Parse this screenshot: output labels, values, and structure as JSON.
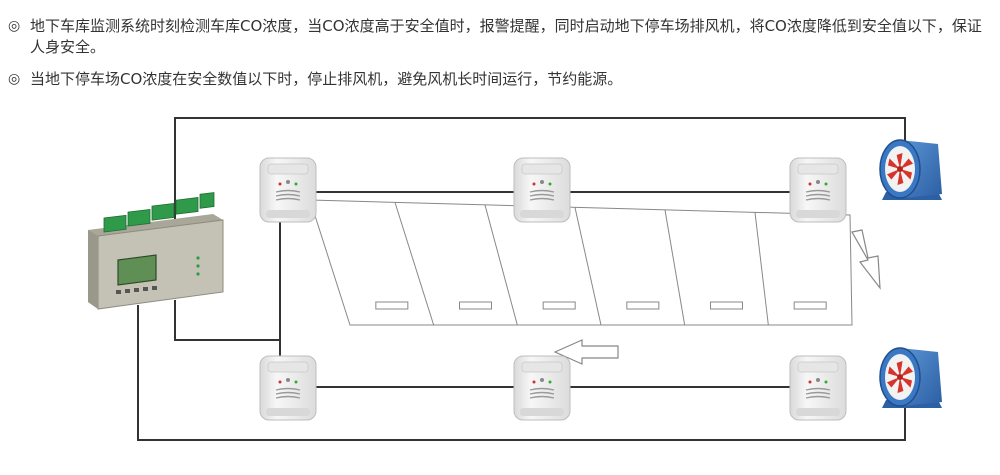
{
  "bullets": [
    {
      "mark": "◎",
      "text": "地下车库监测系统时刻检测车库CO浓度，当CO浓度高于安全值时，报警提醒，同时启动地下停车场排风机，将CO浓度降低到安全值以下，保证人身安全。"
    },
    {
      "mark": "◎",
      "text": "当地下停车场CO浓度在安全数值以下时，停止排风机，避免风机长时间运行，节约能源。"
    }
  ],
  "diagram": {
    "controller": {
      "icon": "controller-module-icon"
    },
    "detectors": [
      {
        "id": "detector-top-left",
        "icon": "co-detector-icon"
      },
      {
        "id": "detector-top-middle",
        "icon": "co-detector-icon"
      },
      {
        "id": "detector-top-right",
        "icon": "co-detector-icon"
      },
      {
        "id": "detector-bottom-left",
        "icon": "co-detector-icon"
      },
      {
        "id": "detector-bottom-middle",
        "icon": "co-detector-icon"
      },
      {
        "id": "detector-bottom-right",
        "icon": "co-detector-icon"
      }
    ],
    "fans": [
      {
        "id": "fan-top",
        "icon": "exhaust-fan-icon"
      },
      {
        "id": "fan-bottom",
        "icon": "exhaust-fan-icon"
      }
    ],
    "parking_spaces": 6,
    "colors": {
      "wire": "#333333",
      "detector_body": "#eeeeee",
      "fan_blue": "#3a78c4",
      "fan_red": "#d8332a",
      "controller_body": "#b9b7a9",
      "terminal_green": "#2f9a4a",
      "screen_green": "#5f8f55"
    }
  }
}
